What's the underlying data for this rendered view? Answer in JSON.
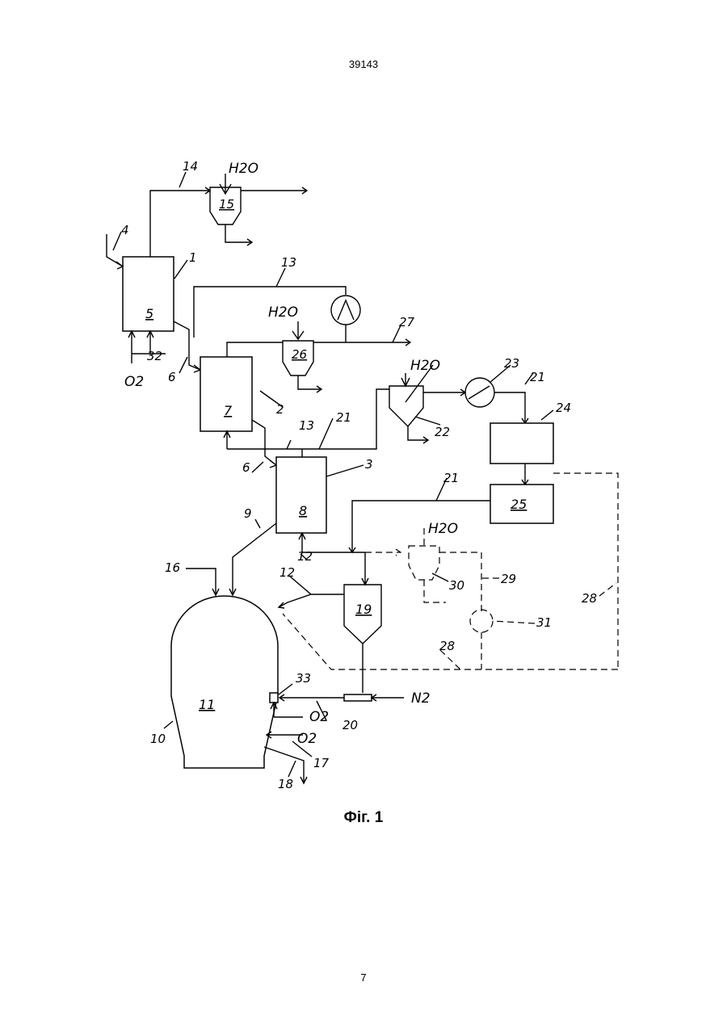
{
  "header": {
    "doc_number": "39143"
  },
  "footer": {
    "page_number": "7"
  },
  "figure": {
    "caption": "Фіг. 1"
  },
  "labels": {
    "n1": "1",
    "n2": "2",
    "n3": "3",
    "n4": "4",
    "n5": "5",
    "n6": "6",
    "n7": "7",
    "n8": "8",
    "n9": "9",
    "n10": "10",
    "n11": "11",
    "n12": "12",
    "n13": "13",
    "n14": "14",
    "n15": "15",
    "n16": "16",
    "n17": "17",
    "n18": "18",
    "n19": "19",
    "n20": "20",
    "n21": "21",
    "n22": "22",
    "n23": "23",
    "n24": "24",
    "n25": "25",
    "n26": "26",
    "n27": "27",
    "n28": "28",
    "n29": "29",
    "n30": "30",
    "n31": "31",
    "n32": "32",
    "n33": "33",
    "h2o": "H2O",
    "o2": "O2",
    "n2gas": "N2"
  }
}
